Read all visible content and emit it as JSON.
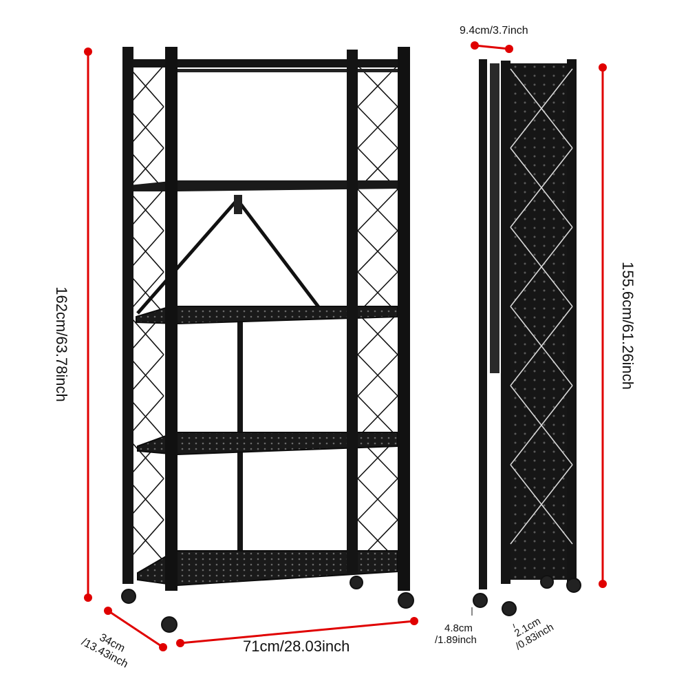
{
  "image": {
    "description_free": true,
    "accent_color": "#e00000",
    "frame_color": "#111111"
  },
  "dimensions": {
    "height_assembled": "162cm/63.78inch",
    "width": "71cm/28.03inch",
    "depth_line1": "34cm",
    "depth_line2": "/13.43inch",
    "folded_thickness": "9.4cm/3.7inch",
    "height_folded": "155.6cm/61.26inch",
    "wheel_size_line1": "4.8cm",
    "wheel_size_line2": "/1.89inch",
    "wheel_offset_line1": "2.1cm",
    "wheel_offset_line2": "/0.83inch"
  }
}
